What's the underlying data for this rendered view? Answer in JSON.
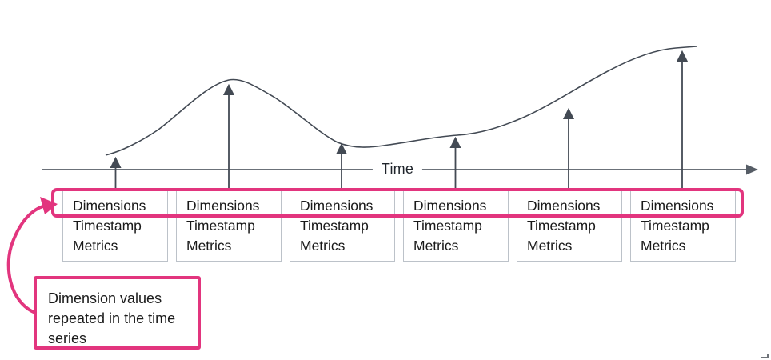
{
  "axis": {
    "label": "Time"
  },
  "records": [
    {
      "dimensions": "Dimensions",
      "timestamp": "Timestamp",
      "metrics": "Metrics"
    },
    {
      "dimensions": "Dimensions",
      "timestamp": "Timestamp",
      "metrics": "Metrics"
    },
    {
      "dimensions": "Dimensions",
      "timestamp": "Timestamp",
      "metrics": "Metrics"
    },
    {
      "dimensions": "Dimensions",
      "timestamp": "Timestamp",
      "metrics": "Metrics"
    },
    {
      "dimensions": "Dimensions",
      "timestamp": "Timestamp",
      "metrics": "Metrics"
    },
    {
      "dimensions": "Dimensions",
      "timestamp": "Timestamp",
      "metrics": "Metrics"
    }
  ],
  "callout": {
    "text": "Dimension values repeated in the time series"
  },
  "colors": {
    "highlight": "#e2357e",
    "curve": "#434a54",
    "axis": "#565d66",
    "box_border": "#bcc2c9",
    "text": "#1a1a1a"
  }
}
